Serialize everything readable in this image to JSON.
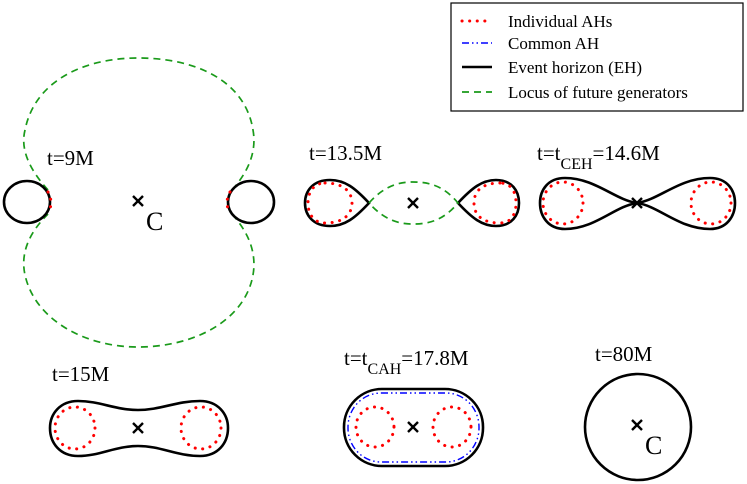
{
  "legend": {
    "items": [
      {
        "label": "Individual AHs",
        "style": "dotted",
        "color": "#ff0000"
      },
      {
        "label": "Common AH",
        "style": "dash-dot-dot",
        "color": "#0000ff"
      },
      {
        "label": "Event horizon (EH)",
        "style": "solid",
        "color": "#000000"
      },
      {
        "label": "Locus of future generators",
        "style": "dashed",
        "color": "#1a9a1a"
      }
    ]
  },
  "panels": [
    {
      "id": "t9",
      "label_main": "t=9M",
      "center_label": "C"
    },
    {
      "id": "t13_5",
      "label_main": "t=13.5M"
    },
    {
      "id": "t14_6",
      "label_prefix": "t=t",
      "label_sub": "CEH",
      "label_suffix": "=14.6M"
    },
    {
      "id": "t15",
      "label_main": "t=15M"
    },
    {
      "id": "t17_8",
      "label_prefix": "t=t",
      "label_sub": "CAH",
      "label_suffix": "=17.8M"
    },
    {
      "id": "t80",
      "label_main": "t=80M",
      "center_label": "C"
    }
  ],
  "center_marker": "×",
  "colors": {
    "individual_ah": "#ff0000",
    "common_ah": "#0000ff",
    "event_horizon": "#000000",
    "generators": "#1a9a1a"
  }
}
